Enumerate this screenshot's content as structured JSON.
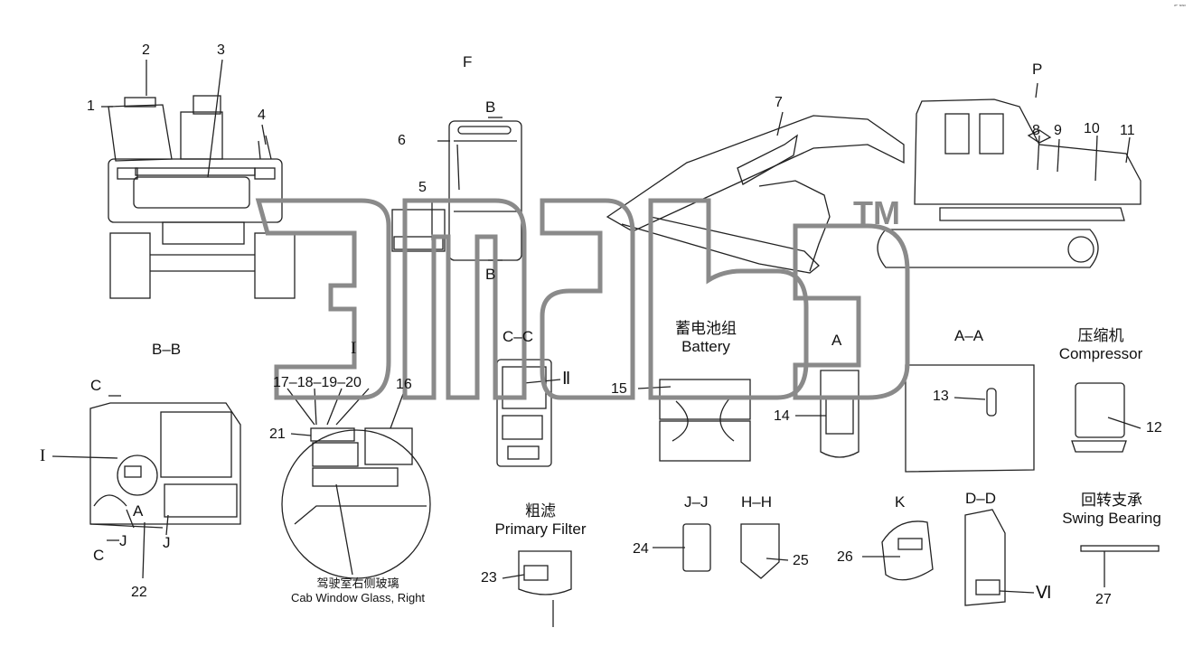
{
  "corner_mark": "ʷᵔ ˢᵒˢᵒ",
  "views": {
    "F": "F",
    "P": "P",
    "BB": "B–B",
    "CC": "C–C",
    "AA": "A–A",
    "JJ": "J–J",
    "HH": "H–H",
    "A": "A",
    "K": "K",
    "DD": "D–D",
    "I": "I",
    "II": "Ⅱ",
    "VI": "Ⅵ",
    "B_top": "B",
    "B_bot": "B",
    "C_top": "C",
    "C_bot": "C",
    "I_left": "I",
    "A_cab": "A",
    "J1": "J",
    "J2": "J"
  },
  "captions": {
    "battery_cn": "蓄电池组",
    "battery_en": "Battery",
    "compressor_cn": "压缩机",
    "compressor_en": "Compressor",
    "filter_cn": "粗滤",
    "filter_en": "Primary Filter",
    "swing_cn": "回转支承",
    "swing_en": "Swing Bearing",
    "cab_glass_cn": "驾驶室右侧玻璃",
    "cab_glass_en": "Cab Window Glass, Right"
  },
  "callouts": {
    "n1": "1",
    "n2": "2",
    "n3": "3",
    "n4": "4",
    "n5": "5",
    "n6": "6",
    "n7": "7",
    "n8": "8",
    "n9": "9",
    "n10": "10",
    "n11": "11",
    "n12": "12",
    "n13": "13",
    "n14": "14",
    "n15": "15",
    "n16": "16",
    "n17_20": "17–18–19–20",
    "n21": "21",
    "n22": "22",
    "n23": "23",
    "n24": "24",
    "n25": "25",
    "n26": "26",
    "n27": "27"
  },
  "watermark": {
    "text": "3ma5",
    "tm": "TM"
  }
}
